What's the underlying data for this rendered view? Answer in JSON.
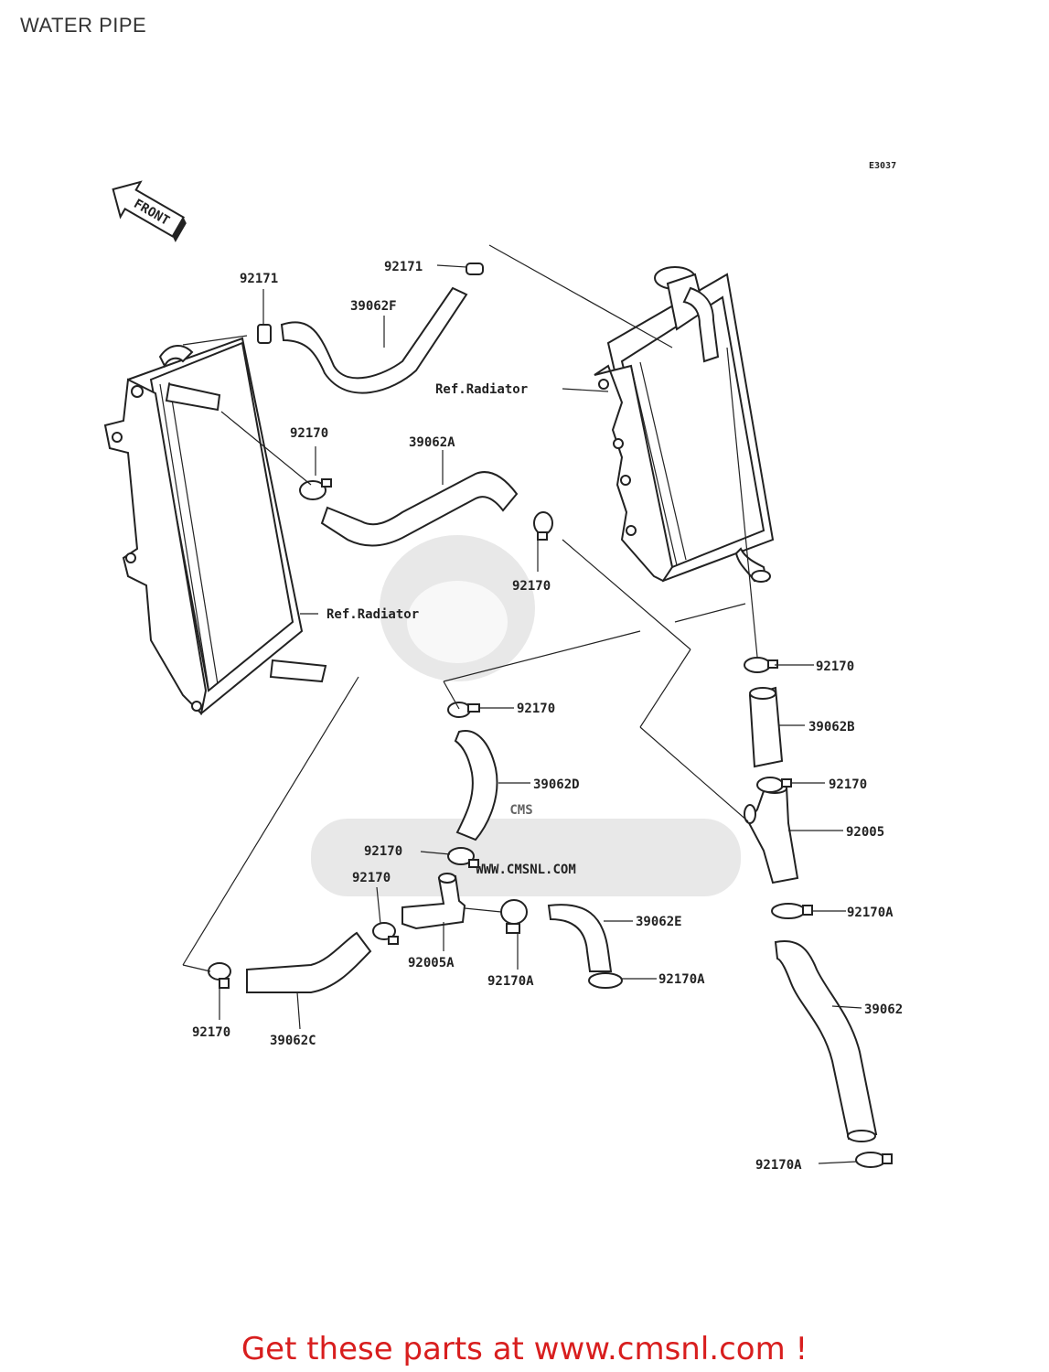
{
  "page": {
    "title": "WATER PIPE"
  },
  "diagram": {
    "code": "E3037",
    "front_label": "FRONT",
    "callouts": {
      "c92171_a": "92171",
      "c92171_b": "92171",
      "c39062F": "39062F",
      "c92170_a": "92170",
      "c39062A": "39062A",
      "ref_radiator_right": "Ref.Radiator",
      "c92170_b": "92170",
      "ref_radiator_left": "Ref.Radiator",
      "c92170_c": "92170",
      "c92170_d": "92170",
      "c39062B": "39062B",
      "c39062D": "39062D",
      "c92170_e": "92170",
      "c92005": "92005",
      "c92170_f": "92170",
      "c92170_g": "92170",
      "c92170A_a": "92170A",
      "c39062E": "39062E",
      "c92005A": "92005A",
      "c92170A_b": "92170A",
      "c92170A_c": "92170A",
      "c39062": "39062",
      "c92170_h": "92170",
      "c39062C": "39062C",
      "c92170A_d": "92170A"
    },
    "watermark": "WWW.CMSNL.COM",
    "watermark_logo": "CMS"
  },
  "footer": {
    "text": "Get these parts at www.cmsnl.com !"
  }
}
